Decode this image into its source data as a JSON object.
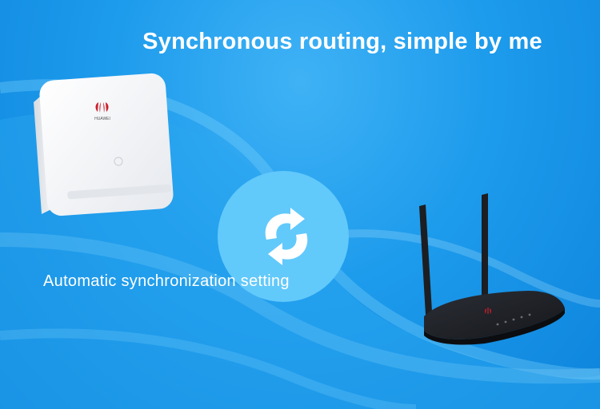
{
  "headline": "Synchronous routing, simple by me",
  "caption": "Automatic synchronization setting",
  "extender_logo_text": "HUAWEI",
  "colors": {
    "background": "#1d9bec",
    "circle": "#62c9fb",
    "text": "#ffffff",
    "router_body": "#1b1d22"
  },
  "icons": {
    "sync": "sync-arrows-icon",
    "brand": "huawei-logo-icon"
  }
}
